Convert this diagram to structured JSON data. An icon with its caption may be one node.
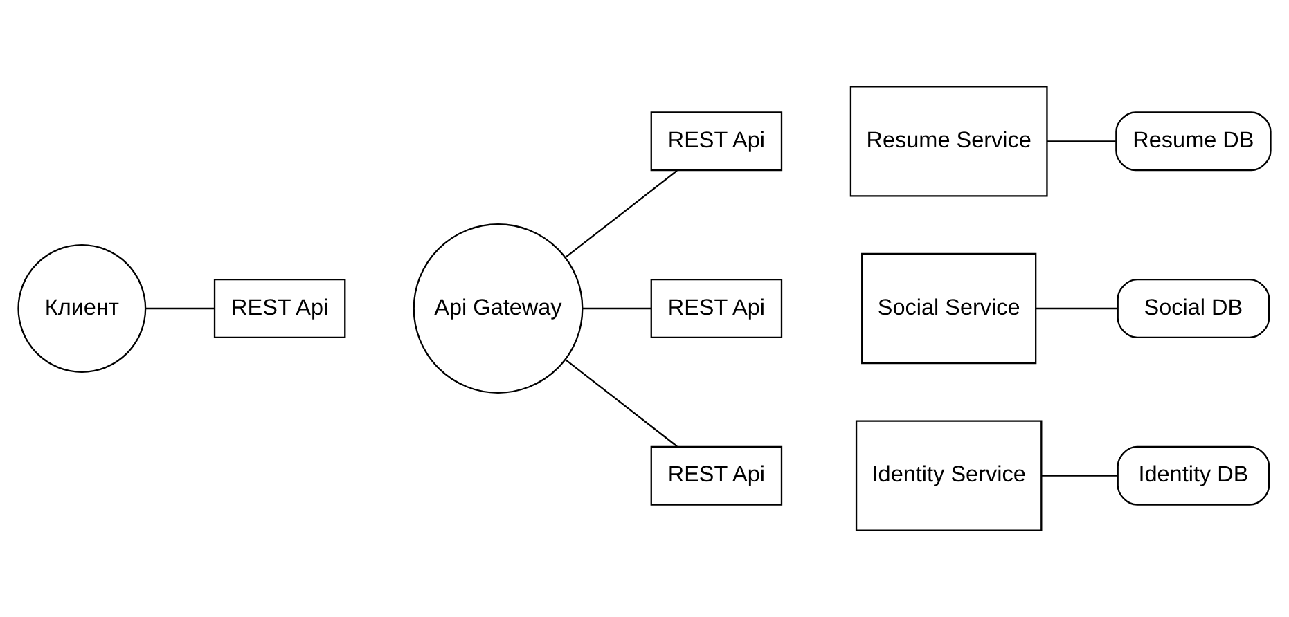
{
  "diagram": {
    "nodes": [
      {
        "text": [
          "Клиент"
        ]
      },
      {
        "text": [
          "REST Api"
        ]
      },
      {
        "text": [
          "Api Gateway"
        ]
      },
      {
        "text": [
          "REST Api"
        ]
      },
      {
        "text": [
          "Resume Service"
        ]
      },
      {
        "text": [
          "Resume DB"
        ]
      },
      {
        "text": [
          "REST Api"
        ]
      },
      {
        "text": [
          "Social Service"
        ]
      },
      {
        "text": [
          "Social DB"
        ]
      },
      {
        "text": [
          "REST Api"
        ]
      },
      {
        "text": [
          "Identity Service"
        ]
      },
      {
        "text": [
          "Identity DB"
        ]
      }
    ],
    "edges": [
      {
        "from": 0,
        "to": 1,
        "arrow": "none"
      },
      {
        "from": 2,
        "to": 3,
        "arrow": "none"
      },
      {
        "from": 2,
        "to": 6,
        "arrow": "none"
      },
      {
        "from": 2,
        "to": 9,
        "arrow": "none"
      },
      {
        "from": 4,
        "to": 5,
        "arrow": "none"
      },
      {
        "from": 7,
        "to": 8,
        "arrow": "none"
      },
      {
        "from": 10,
        "to": 11,
        "arrow": "none"
      }
    ]
  }
}
